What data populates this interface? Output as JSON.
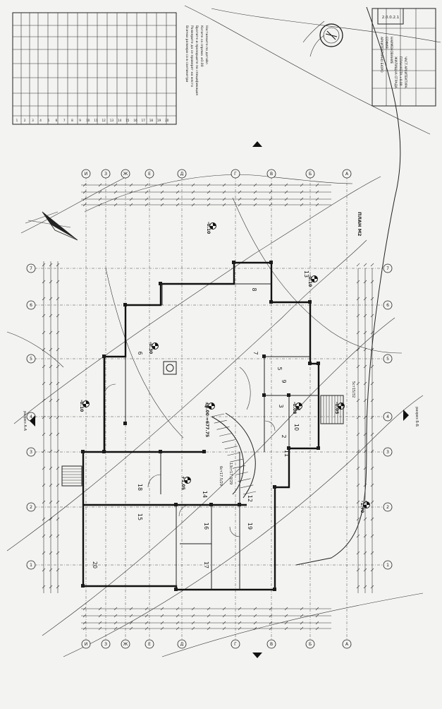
{
  "stamp_box": {
    "code": "2.0.0.2.1"
  },
  "title_block": {
    "lines": [
      "АРХИТЕКТУРНО БЮРО",
      "СОФИЯ",
      "НАИМЕНОВАНИЕ",
      "ЖИЛИЩНА СГРАДА",
      "ПЛАН КОТА +0.00",
      "ЧАСТ АРХИТЕКТУРА"
    ]
  },
  "table": {
    "rows": [
      "1",
      "2",
      "3",
      "4",
      "5",
      "6",
      "7",
      "8",
      "9",
      "10",
      "11",
      "12",
      "13",
      "14",
      "15",
      "16",
      "17",
      "18",
      "19",
      "20"
    ]
  },
  "notes": [
    "Всички размери са в сантиметри",
    "Размерите да се проверят на място",
    "Вратите и прозорците по спецификация",
    "Котите са спрямо ±0.00",
    "Настилките по детайл"
  ],
  "plan_title": "ПЛАН М2",
  "axes_letters": [
    "И",
    "З",
    "Ж",
    "Е",
    "Д",
    "Г",
    "В",
    "Б",
    "А"
  ],
  "axes_numbers": [
    "7",
    "6",
    "5",
    "4",
    "3",
    "2",
    "1"
  ],
  "elevations": {
    "main": "±0.00 =677.75",
    "e1": "-0.10",
    "e2": "-0.10",
    "e3": "-0.10",
    "e4": "-0.30",
    "e5": "+1.05",
    "e6": "-0.05",
    "e7": "-1.70",
    "e8": "-0.08"
  },
  "rooms": [
    "1",
    "2",
    "3",
    "4",
    "5",
    "6",
    "7",
    "8",
    "9",
    "10",
    "11",
    "12",
    "13",
    "14",
    "15",
    "16",
    "17",
    "18",
    "19",
    "20"
  ],
  "sections": {
    "a": "разрез А-А",
    "b": "разрез Б-Б"
  },
  "stair_labels": [
    "13ст17.3/29",
    "6ст17.5/29",
    "5ст15/32"
  ]
}
